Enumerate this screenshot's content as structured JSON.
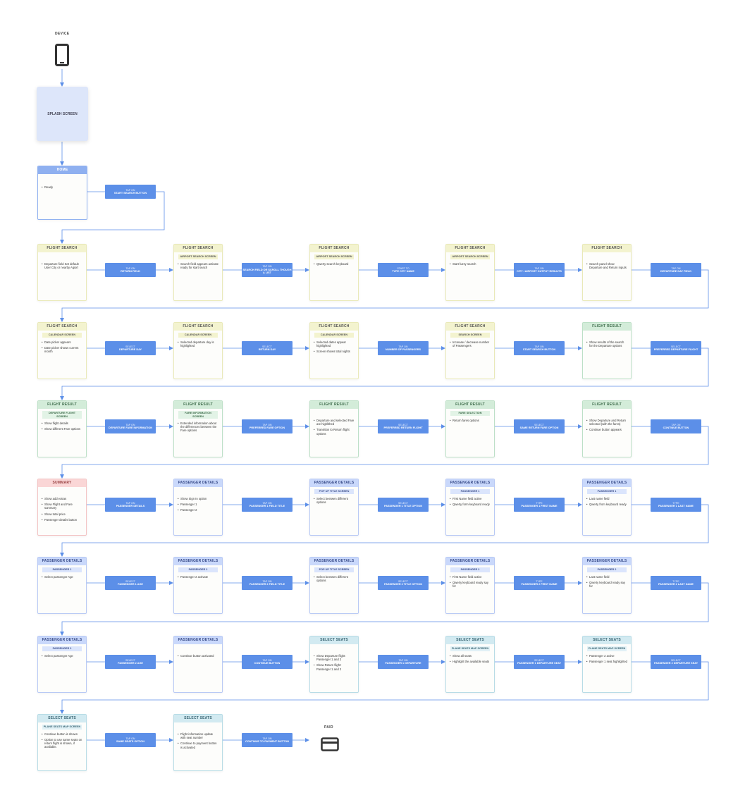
{
  "top": {
    "device_label": "DEVICE",
    "splash_label": "SPLASH SCREEN",
    "paid_label": "PAID"
  },
  "home": {
    "title": "HOME",
    "items": [
      "Ready"
    ]
  },
  "home_action": {
    "line1": "TAP ON",
    "line2": "START SEARCH BUTTON"
  },
  "rows": [
    {
      "cards": [
        {
          "title": "FLIGHT SEARCH",
          "theme": "yellow",
          "sub": "",
          "items": [
            "Departure field Set default User City or nearby Aiport"
          ]
        },
        {
          "title": "FLIGHT SEARCH",
          "theme": "yellow",
          "sub": "AIRPORT SEARCH SCREEN",
          "items": [
            "Search field appears activate ready for start seach"
          ]
        },
        {
          "title": "FLIGHT SEARCH",
          "theme": "yellow",
          "sub": "AIRPORT SEARCH SCREEN",
          "items": [
            "Qwerty search keyboard"
          ]
        },
        {
          "title": "FLIGHT SEARCH",
          "theme": "yellow",
          "sub": "AIRPORT SEARCH SCREEN",
          "items": [
            "Start fuzzy search"
          ]
        },
        {
          "title": "FLIGHT SEARCH",
          "theme": "yellow",
          "sub": "",
          "items": [
            "Search panel show Departure and Return inputs"
          ]
        }
      ],
      "actions": [
        {
          "line1": "TAP ON",
          "line2": "RETURN FIELD"
        },
        {
          "line1": "TAP ON",
          "line2": "SEARCH FIELD OR SCROLL THOUGH A LIST"
        },
        {
          "line1": "START TO",
          "line2": "TYPE CITY NAME"
        },
        {
          "line1": "TAP ON",
          "line2": "CITY / AIRPORT OUTPUT RESULTS"
        },
        {
          "line1": "TAP ON",
          "line2": "DEPARTURE DAY FIELD"
        }
      ]
    },
    {
      "cards": [
        {
          "title": "FLIGHT SEARCH",
          "theme": "yellow",
          "sub": "CALENDAR SCREEN",
          "items": [
            "Date picker appears",
            "Date picker shows current month"
          ]
        },
        {
          "title": "FLIGHT SEARCH",
          "theme": "yellow",
          "sub": "CALENDAR SCREEN",
          "items": [
            "Selected departure day is highlighted"
          ]
        },
        {
          "title": "FLIGHT SEARCH",
          "theme": "yellow",
          "sub": "CALENDAR SCREEN",
          "items": [
            "Selected dates appear highlighted",
            "Screen shows total nights"
          ]
        },
        {
          "title": "FLIGHT SEARCH",
          "theme": "yellow",
          "sub": "SEARCH SCREEN",
          "items": [
            "Increase / decrease number of Passengers"
          ]
        },
        {
          "title": "FLIGHT RESULT",
          "theme": "green",
          "sub": "",
          "items": [
            "Show results of the search for the Departure options"
          ]
        }
      ],
      "actions": [
        {
          "line1": "SELECT",
          "line2": "DEPARTURE DAY"
        },
        {
          "line1": "SELECT",
          "line2": "RETURN DAY"
        },
        {
          "line1": "TAP ON",
          "line2": "NUMBER OF PASSENGERS"
        },
        {
          "line1": "TAP ON",
          "line2": "START SEARCH BUTTON"
        },
        {
          "line1": "SELECT",
          "line2": "PREFERRED DEPARTURE FLIGHT"
        }
      ]
    },
    {
      "cards": [
        {
          "title": "FLIGHT RESULT",
          "theme": "green",
          "sub": "DEPARTURE FLIGHT SCREEN",
          "items": [
            "Show flight details",
            "Show different Fare options"
          ]
        },
        {
          "title": "FLIGHT RESULT",
          "theme": "green",
          "sub": "FARE INFORMATION SCREEN",
          "items": [
            "Extended information about the differences beetwen the Fare options"
          ]
        },
        {
          "title": "FLIGHT RESULT",
          "theme": "green",
          "sub": "",
          "items": [
            "Departure and selected Fare are highlithed",
            "Transition to Return flight options"
          ]
        },
        {
          "title": "FLIGHT RESULT",
          "theme": "green",
          "sub": "FARE SELECTION",
          "items": [
            "Return fares options"
          ]
        },
        {
          "title": "FLIGHT RESULT",
          "theme": "green",
          "sub": "",
          "items": [
            "Show Departure and Return selected (with the fares)",
            "Continue button appears"
          ]
        }
      ],
      "actions": [
        {
          "line1": "TAP ON",
          "line2": "DEPARTURE FARE INFORMATION"
        },
        {
          "line1": "TAP ON",
          "line2": "PREFERRED FARE OPTION"
        },
        {
          "line1": "SELECT",
          "line2": "PREFERRED RETURN FLIGHT"
        },
        {
          "line1": "SELECT",
          "line2": "SAME RETURN FARE OPTION"
        },
        {
          "line1": "TAP ON",
          "line2": "CONTINUE BUTTON"
        }
      ]
    },
    {
      "cards": [
        {
          "title": "SUMMARY",
          "theme": "red",
          "sub": "",
          "items": [
            "Show add extras",
            "Show Flight and Fare summary",
            "Show total price",
            "Passenger details button"
          ]
        },
        {
          "title": "PASSENGER DETAILS",
          "theme": "blue",
          "sub": "",
          "items": [
            "Show Sign In option",
            "Passenger 1",
            "Passenger 2"
          ]
        },
        {
          "title": "PASSENGER DETAILS",
          "theme": "blue",
          "sub": "POP UP TITLE SCREEN",
          "items": [
            "Select beetwen different options"
          ]
        },
        {
          "title": "PASSENGER DETAILS",
          "theme": "blue",
          "sub": "PASSENGER 1",
          "items": [
            "First Name field  active",
            "Qwerty form keyboard ready"
          ]
        },
        {
          "title": "PASSENGER DETAILS",
          "theme": "blue",
          "sub": "PASSENGER 1",
          "items": [
            "Last name field",
            "Qwerty from keyboard ready"
          ]
        }
      ],
      "actions": [
        {
          "line1": "TAP ON",
          "line2": "PASSENGER DETAILS"
        },
        {
          "line1": "TAP ON",
          "line2": "PASSENGER 1 FIELD TITLE"
        },
        {
          "line1": "SELECT",
          "line2": "PASSENGER 1 TITLE OPTION"
        },
        {
          "line1": "TYPE",
          "line2": "PASSENGER 1 FIRST NAME"
        },
        {
          "line1": "TYPE",
          "line2": "PASSENGER 1 LAST NAME"
        }
      ]
    },
    {
      "cards": [
        {
          "title": "PASSENGER DETAILS",
          "theme": "blue",
          "sub": "PASSENGER 1",
          "items": [
            "Select passenger Age"
          ]
        },
        {
          "title": "PASSENGER DETAILS",
          "theme": "blue",
          "sub": "PASSENGER 2",
          "items": [
            "Passenger 2 activate"
          ]
        },
        {
          "title": "PASSENGER DETAILS",
          "theme": "blue",
          "sub": "POP UP TITLE SCREEN",
          "items": [
            "Select beetwen different options"
          ]
        },
        {
          "title": "PASSENGER DETAILS",
          "theme": "blue",
          "sub": "PASSENGER 2",
          "items": [
            "First Name field  active",
            "Qwerty keyboard ready say for"
          ]
        },
        {
          "title": "PASSENGER DETAILS",
          "theme": "blue",
          "sub": "PASSENGER 2",
          "items": [
            "Last name field",
            "Qwerty keyboard ready say for"
          ]
        }
      ],
      "actions": [
        {
          "line1": "SELECT",
          "line2": "PASSENGER 1 AGE"
        },
        {
          "line1": "TAP ON",
          "line2": "PASSENGER 2 FIELD TITLE"
        },
        {
          "line1": "SELECT",
          "line2": "PASSENGER 2 TITLE OPTION"
        },
        {
          "line1": "TYPE",
          "line2": "PASSENGER 2 FIRST NAME"
        },
        {
          "line1": "TYPE",
          "line2": "PASSENGER 2 LAST NAME"
        }
      ]
    },
    {
      "cards": [
        {
          "title": "PASSENGER DETAILS",
          "theme": "blue",
          "sub": "PASSENGER 2",
          "items": [
            "Select passenger Age"
          ]
        },
        {
          "title": "PASSENGER DETAILS",
          "theme": "blue",
          "sub": "",
          "items": [
            "Continue button activated"
          ]
        },
        {
          "title": "SELECT SEATS",
          "theme": "teal",
          "sub": "",
          "items": [
            "Show Departure flight: Passenger 1 and 2",
            "Show Return flight: Passenger 1 and 2"
          ]
        },
        {
          "title": "SELECT SEATS",
          "theme": "teal",
          "sub": "PLANE SEATS MAP SCREEN",
          "items": [
            "Show all seats",
            "Highlight the available seats"
          ]
        },
        {
          "title": "SELECT SEATS",
          "theme": "teal",
          "sub": "PLANE SEATS MAP SCREEN",
          "items": [
            "Passenger 2 active",
            "Passenger 1 seat highlighted"
          ]
        }
      ],
      "actions": [
        {
          "line1": "SELECT",
          "line2": "PASSENGER 2 AGE"
        },
        {
          "line1": "TAP ON",
          "line2": "CONTINUE BUTTON"
        },
        {
          "line1": "TAP ON",
          "line2": "PASSENGER 1 DEPARTURE"
        },
        {
          "line1": "SELECT",
          "line2": "PASSENGER 1 DEPARTURE SEAT"
        },
        {
          "line1": "SELECT",
          "line2": "PASSENGER 2 DEPARTURE SEAT"
        }
      ]
    },
    {
      "cards": [
        {
          "title": "SELECT SEATS",
          "theme": "teal",
          "sub": "PLANE SEATS MAP SCREEN",
          "items": [
            "Continue button is shown",
            "Option to use same seats  on return flight is shown, if available."
          ]
        },
        {
          "title": "SELECT SEATS",
          "theme": "teal",
          "sub": "",
          "items": [
            "Flight information update with seat number",
            "Continue to payment button is activated"
          ]
        }
      ],
      "actions": [
        {
          "line1": "TAP ON",
          "line2": "SAME SEATS OPTION"
        },
        {
          "line1": "TAP ON",
          "line2": "CONTINUE TO PAYMENT BUTTON"
        }
      ]
    }
  ],
  "colors": {
    "connector": "#5c8fe8",
    "action": "#5c8fe8",
    "splash": "#dde6fa"
  }
}
